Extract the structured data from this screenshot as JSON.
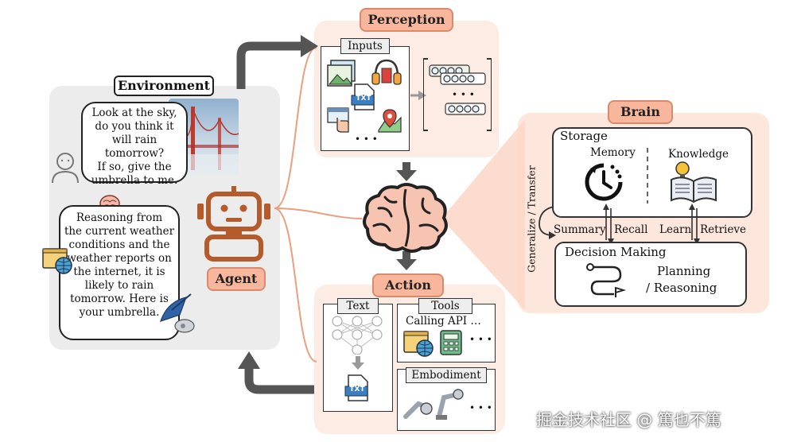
{
  "environment": {
    "title": "Environment",
    "human_message": [
      "Look at the sky,",
      "do you think it",
      "will rain tomorrow?",
      "If so, give the",
      "umbrella to me."
    ],
    "agent_message": [
      "Reasoning from",
      "the current weather",
      "conditions and the",
      "weather reports on",
      "the internet, it is",
      "likely to rain",
      "tomorrow. Here is",
      "your umbrella."
    ]
  },
  "agent": {
    "label": "Agent"
  },
  "perception": {
    "title": "Perception",
    "inputs_label": "Inputs",
    "txt_label": "TXT",
    "ellipsis": "• • •",
    "vector_ellipsis": "• • •"
  },
  "brain": {
    "title": "Brain",
    "storage_label": "Storage",
    "memory_label": "Memory",
    "knowledge_label": "Knowledge",
    "generalize_label": "Generalize / Transfer",
    "summary_label": "Summary",
    "recall_label": "Recall",
    "learn_label": "Learn",
    "retrieve_label": "Retrieve",
    "decision_label": "Decision Making",
    "planning_label": "Planning",
    "reasoning_label": "/ Reasoning"
  },
  "action": {
    "title": "Action",
    "text_label": "Text",
    "tools_label": "Tools",
    "calling_api_label": "Calling API …",
    "tools_ellipsis": "• • •",
    "embodiment_label": "Embodiment",
    "embodiment_ellipsis": "• • •",
    "txt_label": "TXT"
  },
  "watermark": "掘金技术社区 @ 篤也不篤",
  "colors": {
    "accent_orange": "#f8b79c",
    "panel_peach": "#fdeee6",
    "panel_gray": "#eeeeee",
    "agent_brown": "#b55a2a",
    "arrow_gray": "#555555"
  }
}
